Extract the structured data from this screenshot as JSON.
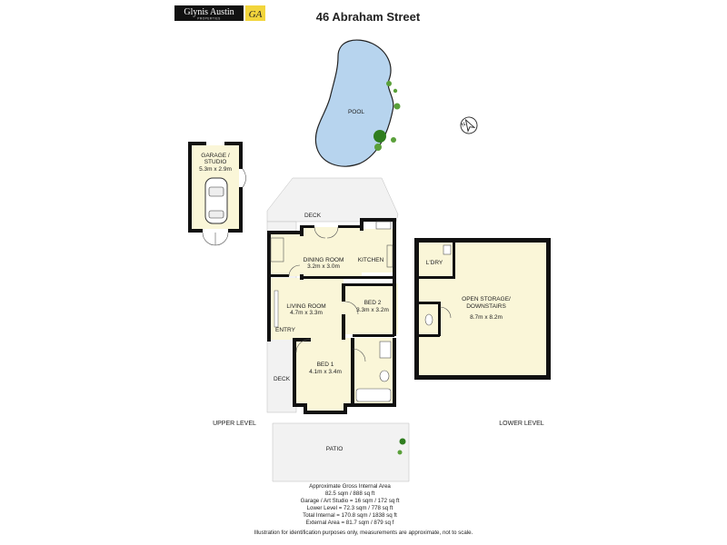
{
  "header": {
    "brand_name": "Glynis Austin",
    "brand_tag": "PROPERTIES",
    "brand_mark": "GA",
    "address": "46 Abraham Street"
  },
  "upper_level": {
    "label": "UPPER LEVEL",
    "rooms": {
      "dining": {
        "name": "DINING ROOM",
        "size": "3.2m x 3.0m"
      },
      "kitchen": {
        "name": "KITCHEN"
      },
      "living": {
        "name": "LIVING ROOM",
        "size": "4.7m x 3.3m"
      },
      "bed2": {
        "name": "BED 2",
        "size": "3.3m x 3.2m"
      },
      "bed1": {
        "name": "BED 1",
        "size": "4.1m x 3.4m"
      },
      "entry": {
        "name": "ENTRY"
      },
      "deck_top": {
        "name": "DECK"
      },
      "deck_left": {
        "name": "DECK"
      },
      "patio": {
        "name": "PATIO"
      }
    }
  },
  "garage": {
    "name_line1": "GARAGE /",
    "name_line2": "STUDIO",
    "size": "5.3m x 2.9m"
  },
  "pool": {
    "name": "POOL"
  },
  "lower_level": {
    "label": "LOWER LEVEL",
    "laundry": {
      "name": "L'DRY"
    },
    "storage": {
      "name_line1": "OPEN STORAGE/",
      "name_line2": "DOWNSTAIRS",
      "size": "8.7m x 8.2m"
    }
  },
  "areas": {
    "heading": "Approximate Gross Internal Area",
    "line1": "82.5 sqm / 888 sq ft",
    "line2": "Garage / Art Studio = 16 sqm / 172 sq ft",
    "line3": "Lower Level = 72.3 sqm / 778 sq ft",
    "line4": "Total Internal = 170.8 sqm / 1838 sq ft",
    "line5": "External Area = 81.7 sqm / 879 sq f"
  },
  "disclaimer": "Illustration for identification purposes only, measurements are approximate, not to scale.",
  "compass": {
    "letter": "N"
  },
  "colors": {
    "floor": "#faf6d8",
    "wall": "#111111",
    "pool": "#b7d4ee",
    "tree": "#5aa03a",
    "logo_gold": "#f2d53c"
  }
}
